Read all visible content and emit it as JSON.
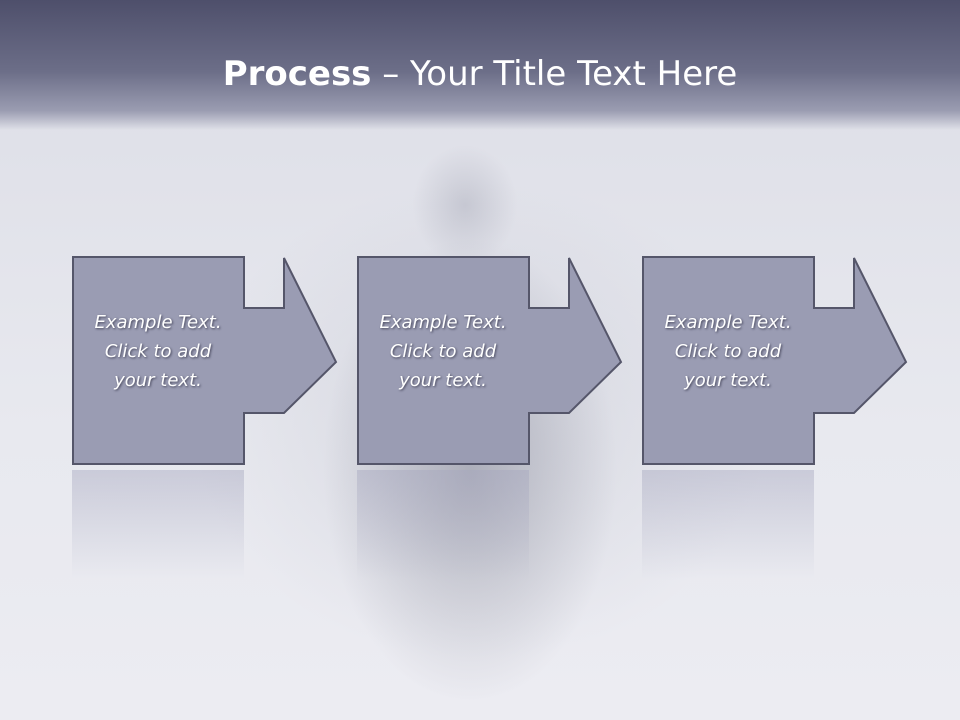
{
  "slide": {
    "title_bold": "Process",
    "title_rest": "– Your Title Text Here",
    "steps": [
      {
        "lines": [
          "Example Text.",
          "Click  to add",
          "your text."
        ]
      },
      {
        "lines": [
          "Example Text.",
          "Click  to add",
          "your text."
        ]
      },
      {
        "lines": [
          "Example Text.",
          "Click  to add",
          "your text."
        ]
      }
    ]
  },
  "colors": {
    "title_band": "#5a5c78",
    "box_fill": "#9a9cb3",
    "box_border": "#55566a",
    "text": "#ffffff"
  }
}
